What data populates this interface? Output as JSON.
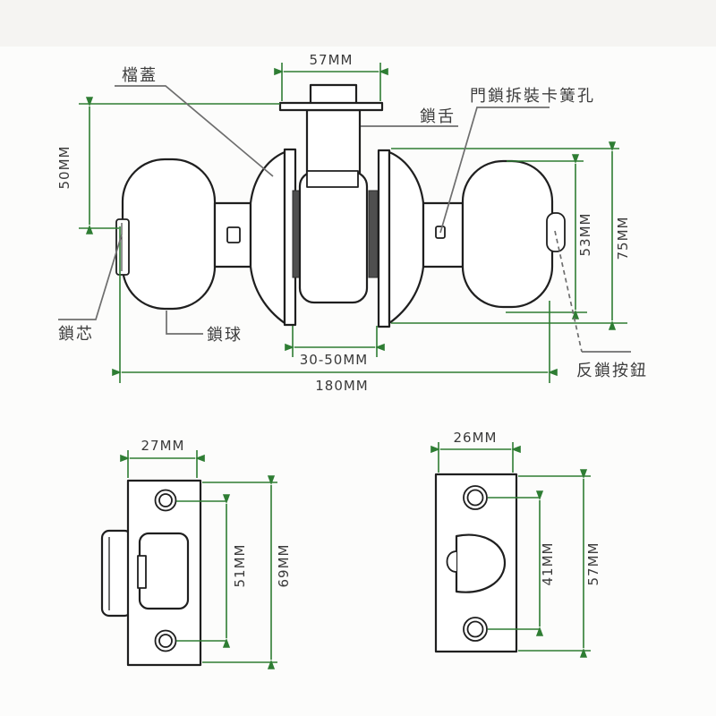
{
  "diagram_title": "door-knob-lockset-dimension-diagram",
  "colors": {
    "dimension_line": "#2e7d33",
    "drawing_line": "#1f1f1f",
    "leader_line": "#6e6e6e",
    "background": "#fcfcfb"
  },
  "main": {
    "labels": {
      "cover": "檔蓋",
      "clip_hole": "門鎖拆裝卡簧孔",
      "latch": "鎖舌",
      "cylinder": "鎖芯",
      "knob": "鎖球",
      "lock_button": "反鎖按鈕"
    },
    "dims": {
      "top_width": "57MM",
      "left_height": "50MM",
      "knob_height": "53MM",
      "rose_height": "75MM",
      "door_range": "30-50MM",
      "total_length": "180MM"
    }
  },
  "strike_plate": {
    "width": "27MM",
    "hole_spacing": "51MM",
    "height": "69MM"
  },
  "latch_plate": {
    "width": "26MM",
    "hole_spacing": "41MM",
    "height": "57MM"
  }
}
